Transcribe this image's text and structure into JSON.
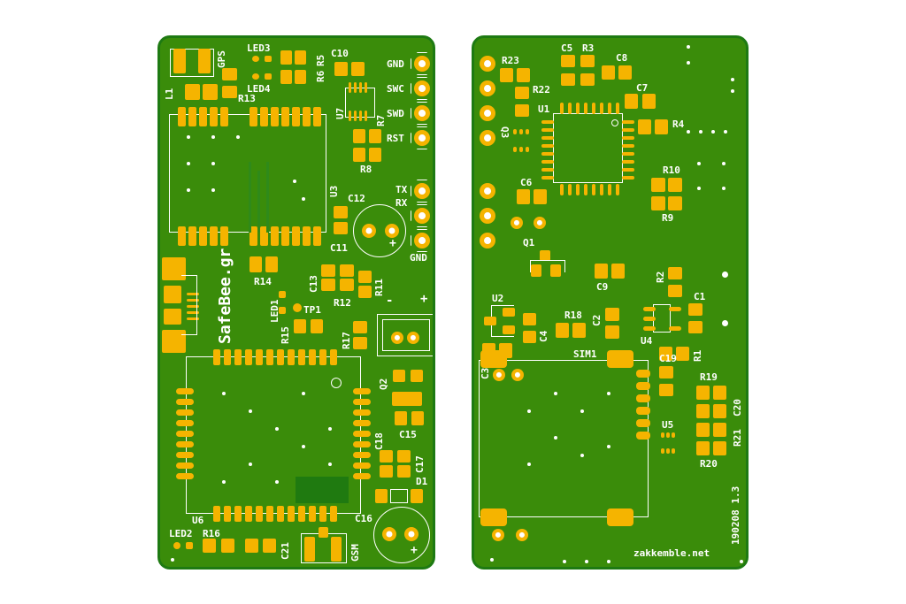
{
  "colors": {
    "background": "#ffffff",
    "board": "#3a8c0a",
    "board_edge": "#1e7a12",
    "copper_pad": "#f5b400",
    "silkscreen": "#ffffff",
    "ground_fill": "#1f7a10"
  },
  "front_board": {
    "brand": "SafeBee.gr",
    "header_pins": [
      "GND",
      "SWC",
      "SWD",
      "RST"
    ],
    "uart_pins": [
      "TX",
      "RX",
      "GND"
    ],
    "power_polarity": {
      "minus": "-",
      "plus": "+"
    },
    "labels": {
      "gps": "GPS",
      "gsm": "GSM",
      "l1": "L1",
      "led3": "LED3",
      "led4": "LED4",
      "r5": "R5",
      "r6": "R6",
      "c10": "C10",
      "r13": "R13",
      "u7": "U7",
      "r7": "R7",
      "r8": "R8",
      "u3": "U3",
      "c12": "C12",
      "c11": "C11",
      "r14": "R14",
      "c13": "C13",
      "r11": "R11",
      "r12": "R12",
      "led1": "LED1",
      "tp1": "TP1",
      "r15": "R15",
      "r17": "R17",
      "q2": "Q2",
      "c15": "C15",
      "c18": "C18",
      "c17": "C17",
      "d1": "D1",
      "u6": "U6",
      "c16": "C16",
      "led2": "LED2",
      "r16": "R16",
      "c21": "C21",
      "cap_plus": "+"
    }
  },
  "back_board": {
    "credit": "zakkemble.net",
    "version": "190208 1.3",
    "labels": {
      "r23": "R23",
      "c5": "C5",
      "r3": "R3",
      "c8": "C8",
      "r22": "R22",
      "c7": "C7",
      "u1": "U1",
      "r4": "R4",
      "q3": "Q3",
      "c6": "C6",
      "r10": "R10",
      "r9": "R9",
      "q1": "Q1",
      "c9": "C9",
      "r2": "R2",
      "c1": "C1",
      "u2": "U2",
      "r18": "R18",
      "c2": "C2",
      "c4": "C4",
      "u4": "U4",
      "r1": "R1",
      "c3": "C3",
      "sim1": "SIM1",
      "c19": "C19",
      "r19": "R19",
      "c20": "C20",
      "r21": "R21",
      "u5": "U5",
      "r20": "R20"
    }
  }
}
